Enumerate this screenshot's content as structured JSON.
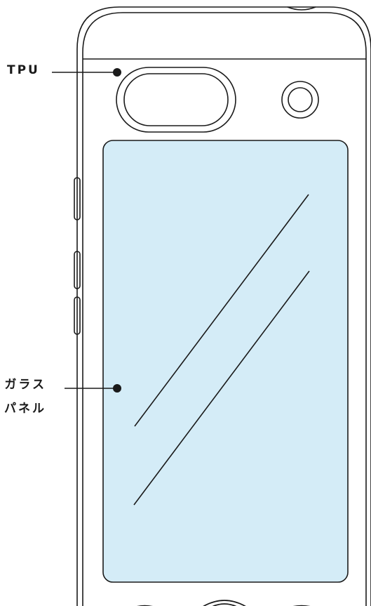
{
  "labels": {
    "tpu": "TPU",
    "glass_line1": "ガラス",
    "glass_line2": "パネル"
  },
  "colors": {
    "stroke": "#1a1a1a",
    "glass_fill": "#d4ecf7",
    "background": "#ffffff"
  }
}
